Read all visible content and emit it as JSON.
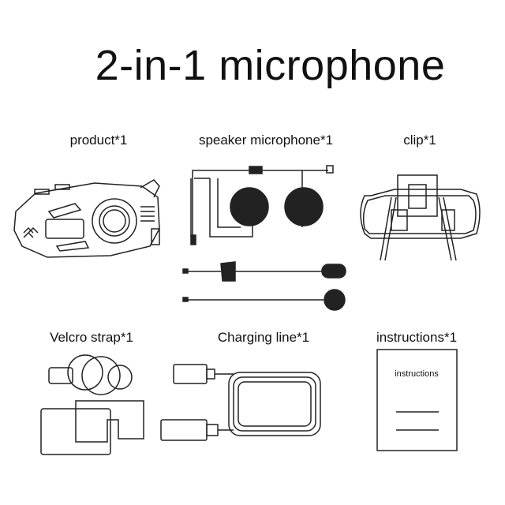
{
  "title": "2-in-1 microphone",
  "items": [
    {
      "label": "product*1"
    },
    {
      "label": "speaker microphone*1"
    },
    {
      "label": "clip*1"
    },
    {
      "label": "Velcro strap*1"
    },
    {
      "label": "Charging line*1"
    },
    {
      "label": "instructions*1"
    }
  ],
  "instructions_page_text": "instructions"
}
